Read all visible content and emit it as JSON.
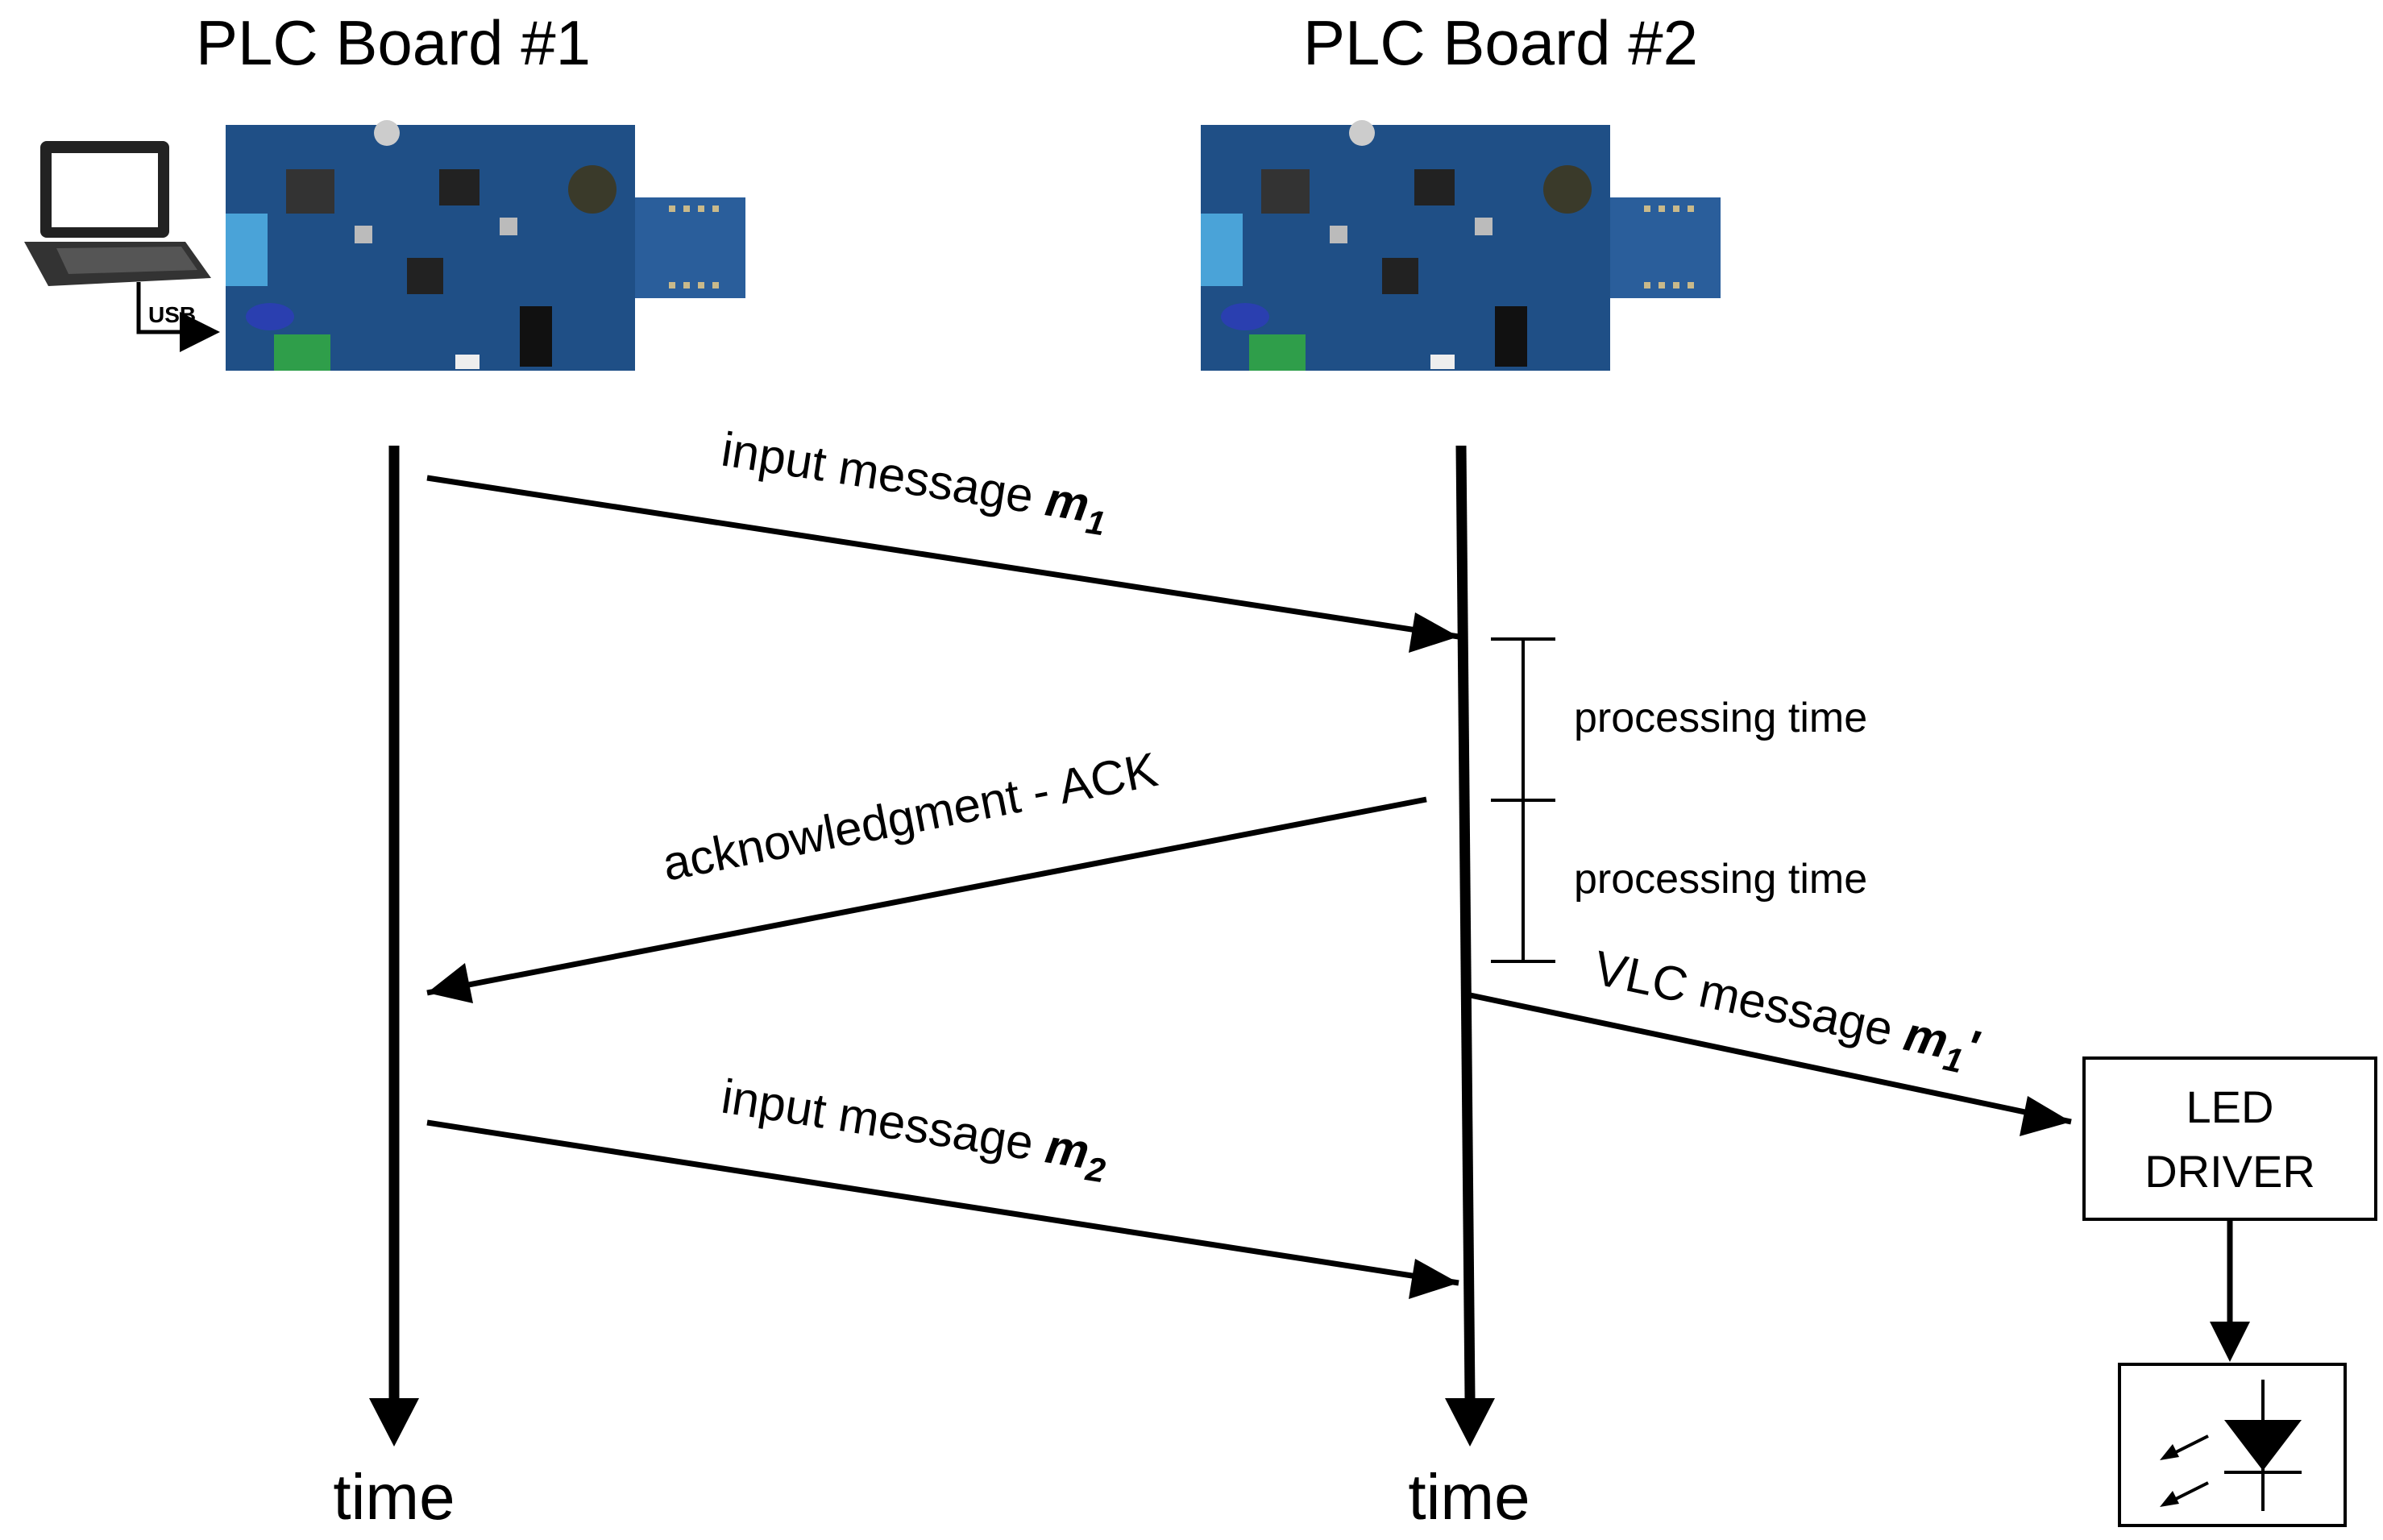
{
  "boards": [
    {
      "title": "PLC Board #1",
      "time_label": "time",
      "usb_label": "USB"
    },
    {
      "title": "PLC Board #2",
      "time_label": "time"
    }
  ],
  "messages": {
    "m1": {
      "text": "input message ",
      "var": "m",
      "sub": "1"
    },
    "ack": {
      "text": "acknowledgment - ACK"
    },
    "m2": {
      "text": "input message ",
      "var": "m",
      "sub": "2"
    },
    "vlc": {
      "text": "VLC message ",
      "var": "m",
      "sub": "1",
      "prime": "'"
    }
  },
  "processing": [
    "processing time",
    "processing time"
  ],
  "led_driver": {
    "line1": "LED",
    "line2": "DRIVER"
  },
  "colors": {
    "pcb": "#1f4f86",
    "pcb_dark": "#173d68",
    "terminal_green": "#2f9e4a",
    "capacitor_blue": "#2a3fb0"
  }
}
